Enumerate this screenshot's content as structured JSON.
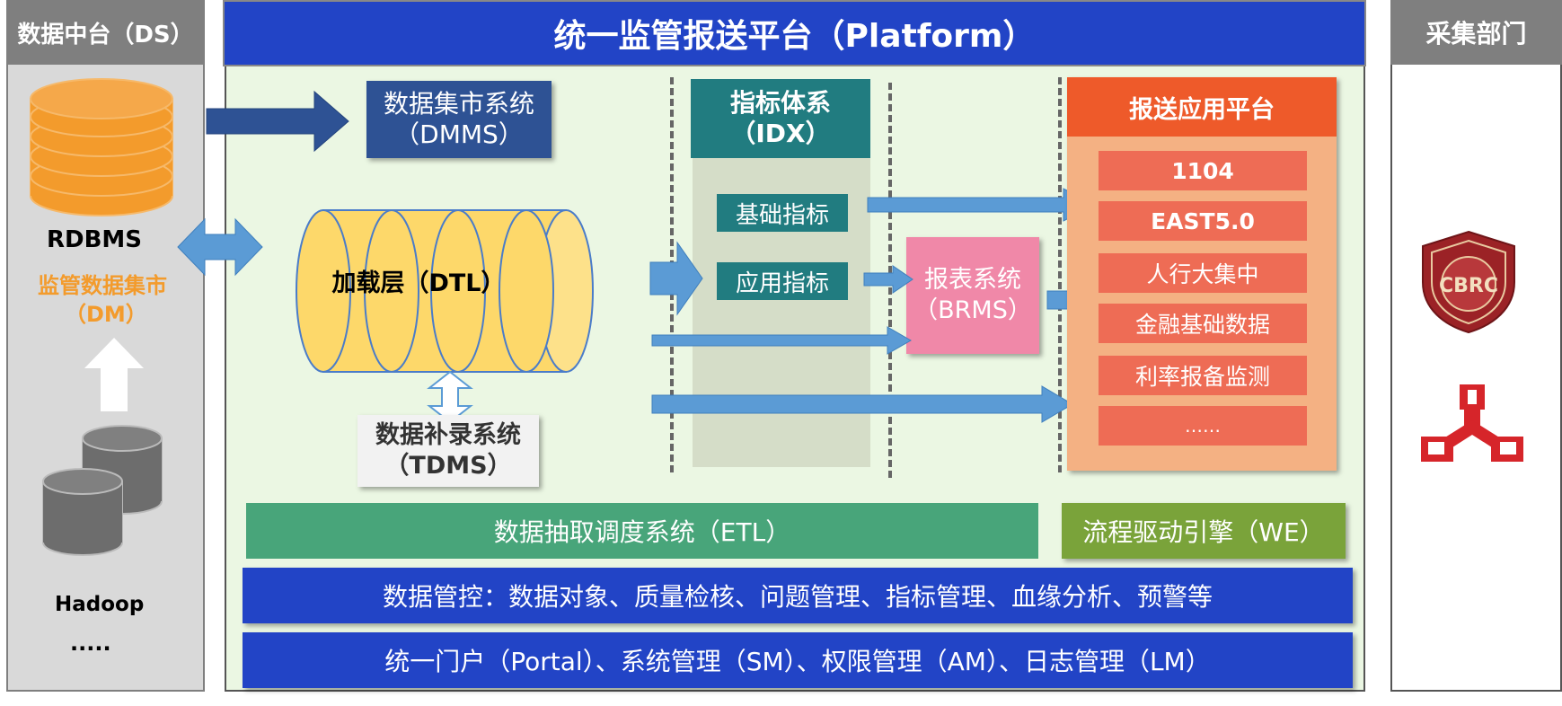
{
  "ds": {
    "title": "数据中台（DS）",
    "rdbms": "RDBMS",
    "dm_line1": "监管数据集市",
    "dm_line2": "（DM）",
    "hadoop": "Hadoop",
    "more": "....."
  },
  "platform": {
    "title": "统一监管报送平台（Platform）"
  },
  "dmms": {
    "line1": "数据集市系统",
    "line2": "（DMMS）"
  },
  "dtl": {
    "label": "加载层（DTL）"
  },
  "tdms": {
    "line1": "数据补录系统",
    "line2": "（TDMS）"
  },
  "idx": {
    "line1": "指标体系",
    "line2": "（IDX）",
    "items": [
      "基础指标",
      "应用指标"
    ]
  },
  "brms": {
    "line1": "报表系统",
    "line2": "（BRMS）"
  },
  "report_platform": {
    "title": "报送应用平台",
    "items": [
      "1104",
      "EAST5.0",
      "人行大集中",
      "金融基础数据",
      "利率报备监测",
      "……"
    ]
  },
  "etl": {
    "label": "数据抽取调度系统（ETL）"
  },
  "we": {
    "label": "流程驱动引擎（WE）"
  },
  "governance": {
    "label": "数据管控：数据对象、质量检核、问题管理、指标管理、血缘分析、预警等"
  },
  "portal": {
    "label": "统一门户（Portal）、系统管理（SM）、权限管理（AM）、日志管理（LM）"
  },
  "collect": {
    "title": "采集部门",
    "cbrc_logo_text": "CBRC"
  },
  "colors": {
    "platform_blue": "#2244c6",
    "panel_gray": "#7f7f7f",
    "orange": "#f39b2c",
    "report_header": "#ee5a2a",
    "report_item": "#ee6c55",
    "etl_green": "#48a57a",
    "we_green": "#7aa33a",
    "brms_pink": "#f088a8",
    "dtl_yellow": "#fdd86a",
    "arrow_blue": "#5b9bd5"
  }
}
